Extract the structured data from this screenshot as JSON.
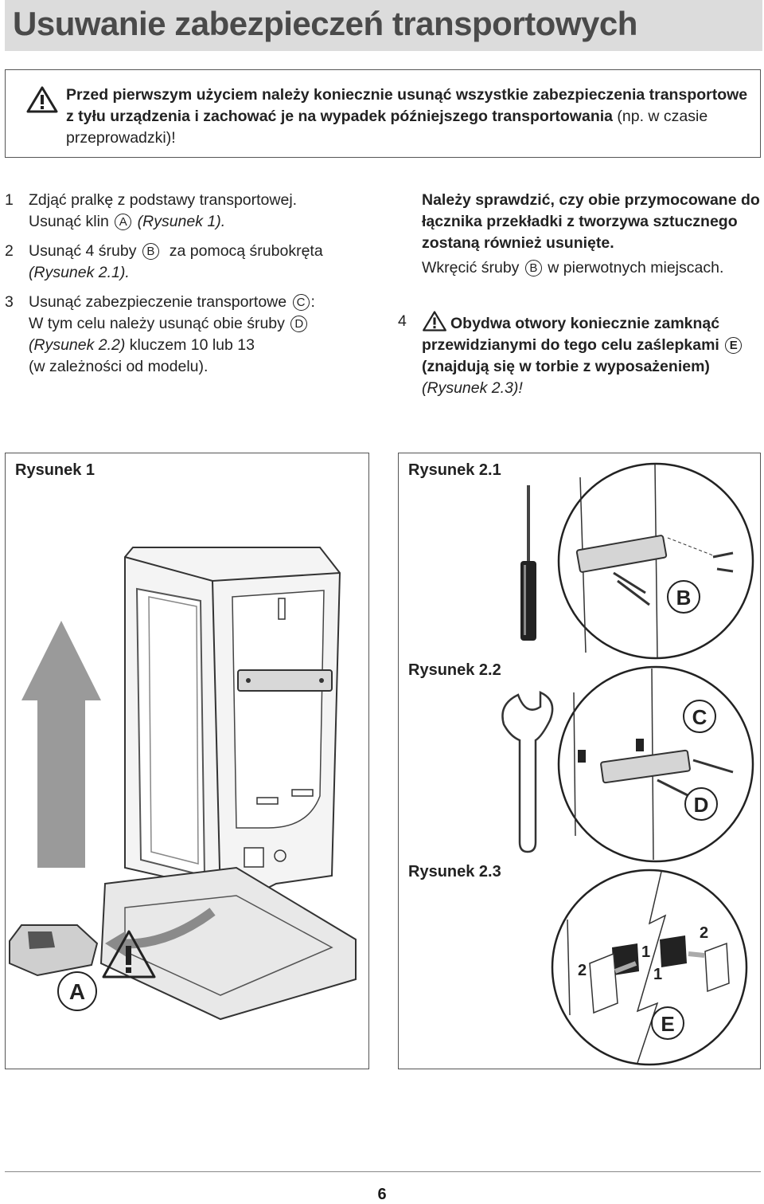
{
  "title": "Usuwanie zabezpieczeń transportowych",
  "warning": {
    "text_bold": "Przed pierwszym użyciem należy koniecznie usunąć wszystkie zabezpieczenia transportowe z tyłu urządzenia i zachować je na wypadek późniejszego transportowania",
    "text_plain": " (np. w czasie przeprowadzki)!"
  },
  "steps": [
    {
      "num": "1",
      "line1": "Zdjąć pralkę z podstawy transportowej.",
      "line2a": "Usunąć klin",
      "circle": "A",
      "line2b": "(Rysunek 1)."
    },
    {
      "num": "2",
      "line1a": "Usunąć 4 śruby",
      "circle": "B",
      "line1b": "za pomocą śrubokręta",
      "line2": "(Rysunek 2.1)."
    },
    {
      "num": "3",
      "line1a": "Usunąć zabezpieczenie transportowe",
      "circle1": "C",
      "line1b": ":",
      "line2a": "W tym celu należy usunąć obie śruby",
      "circle2": "D",
      "line3a": "(Rysunek 2.2)",
      "line3b": " kluczem 10 lub 13",
      "line4": "(w zależności od modelu)."
    }
  ],
  "right": {
    "check": "Należy sprawdzić, czy obie przymocowane do łącznika przekładki z tworzywa sztucznego zostaną również usunięte.",
    "screw_a": "Wkręcić śruby",
    "screw_circle": "B",
    "screw_b": "w pierwotnych miejscach.",
    "step4_num": "4",
    "step4_a": "Obydwa otwory koniecznie zamknąć przewidzianymi do tego celu zaślepkami",
    "step4_circle": "E",
    "step4_b": "(znajdują się w torbie z wyposażeniem)",
    "step4_c": "(Rysunek 2.3)!"
  },
  "figures": {
    "fig1_label": "Rysunek 1",
    "fig21_label": "Rysunek 2.1",
    "fig22_label": "Rysunek 2.2",
    "fig23_label": "Rysunek 2.3",
    "letter_a": "A",
    "letter_b": "B",
    "letter_c": "C",
    "letter_d": "D",
    "letter_e": "E",
    "n1": "1",
    "n2": "2"
  },
  "page_number": "6"
}
